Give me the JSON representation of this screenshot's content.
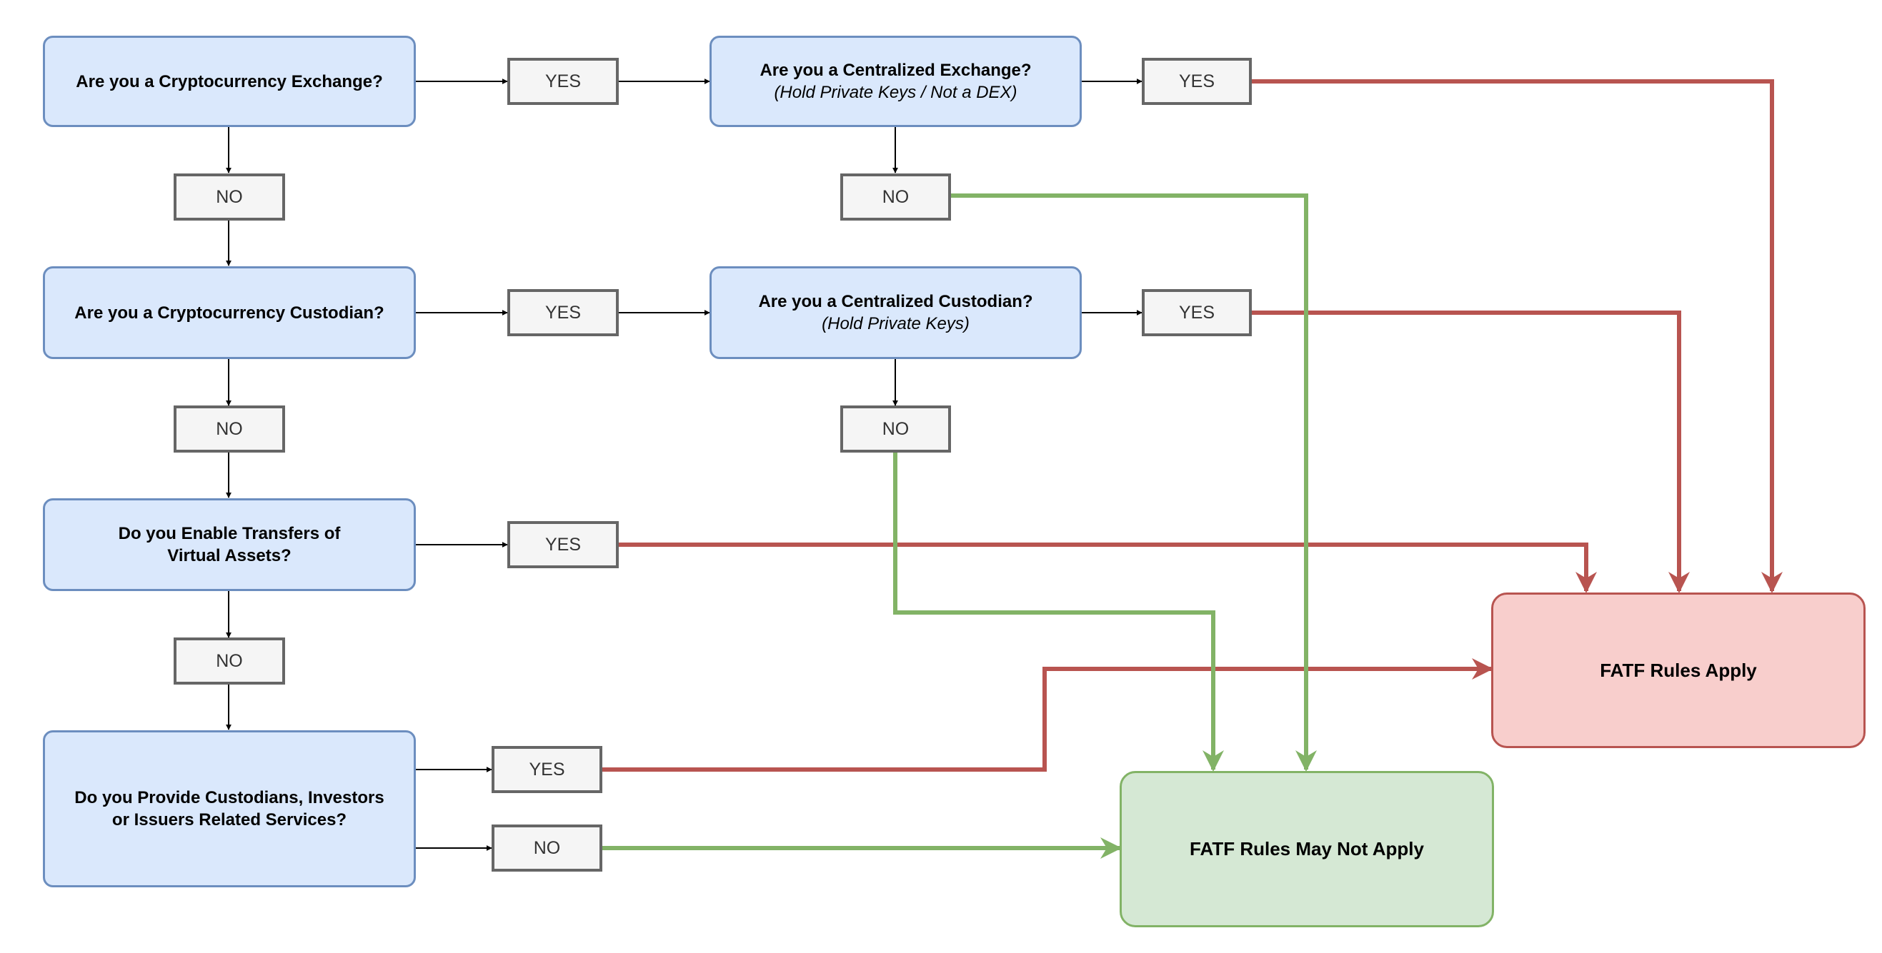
{
  "colors": {
    "question_fill": "#dae8fc",
    "question_border": "#6c8ebf",
    "label_fill": "#f5f5f5",
    "label_border": "#666666",
    "apply_fill": "#f8cecc",
    "apply_border": "#b85450",
    "not_apply_fill": "#d5e8d4",
    "not_apply_border": "#82b366",
    "arrow_black": "#000000"
  },
  "questions": {
    "exchange": "Are you a Cryptocurrency Exchange?",
    "centralized_exchange": "Are you a Centralized Exchange?",
    "centralized_exchange_sub": "(Hold Private Keys / Not a DEX)",
    "custodian": "Are you a Cryptocurrency Custodian?",
    "centralized_custodian": "Are you a Centralized Custodian?",
    "centralized_custodian_sub": "(Hold Private Keys)",
    "transfers_line1": "Do you Enable Transfers of",
    "transfers_line2": "Virtual Assets?",
    "services_line1": "Do you Provide Custodians, Investors",
    "services_line2": "or Issuers Related Services?"
  },
  "labels": {
    "yes": "YES",
    "no": "NO"
  },
  "outcomes": {
    "apply": "FATF Rules Apply",
    "not_apply": "FATF Rules May Not Apply"
  }
}
